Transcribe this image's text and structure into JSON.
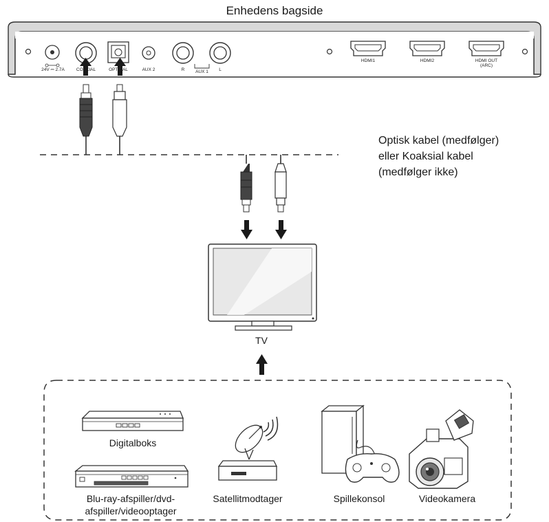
{
  "title": "Enhedens bagside",
  "ports": {
    "power": "24V ⎓ 2.7A",
    "coaxial": "COAXIAL",
    "optical": "OPTICAL",
    "aux2": "AUX 2",
    "r": "R",
    "aux1": "AUX 1",
    "l": "L",
    "hdmi1": "HDMI1",
    "hdmi2": "HDMI2",
    "hdmi_out": "HDMI OUT",
    "arc": "(ARC)"
  },
  "cable_note": [
    "Optisk kabel (medfølger)",
    "eller Koaksial kabel",
    "(medfølger ikke)"
  ],
  "tv_label": "TV",
  "devices": {
    "digitalboks": "Digitalboks",
    "bluray_line1": "Blu-ray-afspiller/dvd-",
    "bluray_line2": "afspiller/videooptager",
    "satellit": "Satellitmodtager",
    "spillekonsol": "Spillekonsol",
    "videokamera": "Videokamera"
  }
}
